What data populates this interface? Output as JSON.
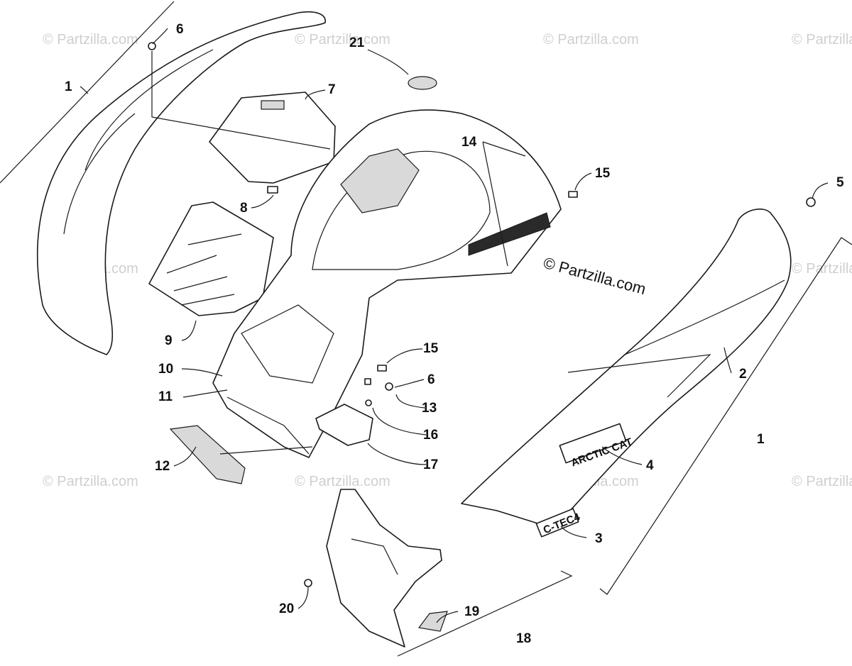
{
  "watermark_text": "© Partzilla.com",
  "copyright_text": "© Partzilla.com",
  "decals": {
    "brand": "ARCTIC CAT",
    "model": "C-TEC4"
  },
  "callouts": [
    "1",
    "1",
    "2",
    "3",
    "4",
    "5",
    "6",
    "6",
    "7",
    "8",
    "9",
    "10",
    "11",
    "12",
    "13",
    "14",
    "15",
    "15",
    "16",
    "17",
    "18",
    "19",
    "20",
    "21"
  ]
}
